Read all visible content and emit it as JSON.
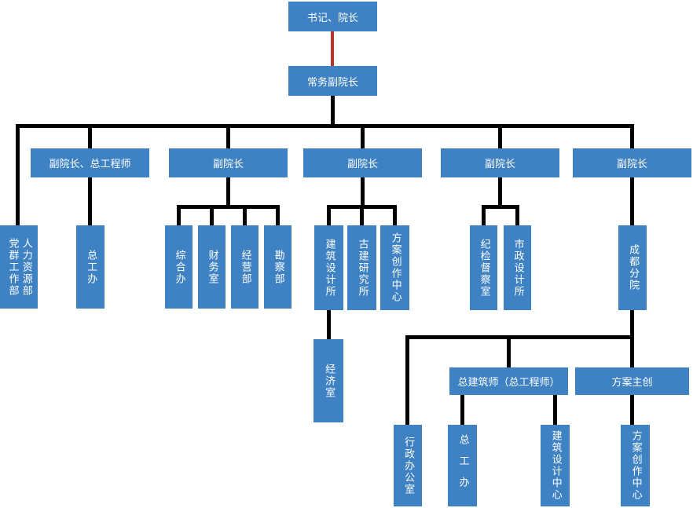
{
  "diagram_type": "org-chart",
  "colors": {
    "box_fill": "#3e82c4",
    "box_text": "#ffffff",
    "connector": "#000000",
    "highlight_connector": "#be3228"
  },
  "nodes": {
    "president": "书记、院长",
    "exec_vp": "常务副院长",
    "vp_chief_engineer": "副院长、总工程师",
    "vp1": "副院长",
    "vp2": "副院长",
    "vp3": "副院长",
    "vp4": "副院长",
    "party_mass_dept": "党群工作部",
    "hr_dept": "人力资源部",
    "chief_eng_office": "总工办",
    "general_office": "综合办",
    "finance_office": "财务室",
    "operations_dept": "经营部",
    "survey_dept": "勘察部",
    "arch_design_institute": "建筑设计所",
    "ancient_arch_institute": "古建研究所",
    "scheme_creation_center": "方案创作中心",
    "economics_office": "经济室",
    "discipline_inspection_office": "纪检督察室",
    "municipal_design_institute": "市政设计所",
    "chengdu_branch": "成都分院",
    "chief_architect": "总建筑师（总工程师）",
    "scheme_lead": "方案主创",
    "admin_office": "行政办公室",
    "chief_eng_office_branch": "总工办",
    "arch_design_center": "建筑设计中心",
    "scheme_creation_center_branch": "方案创作中心"
  }
}
